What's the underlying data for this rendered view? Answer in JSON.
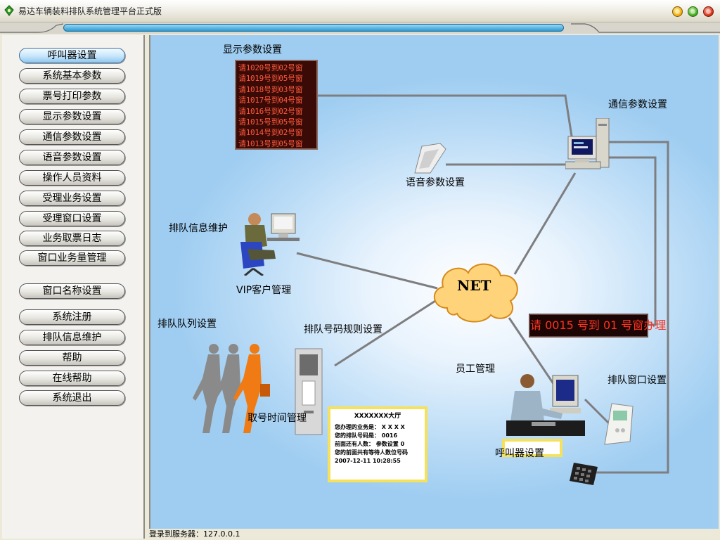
{
  "window": {
    "title": "易达车辆装料排队系统管理平台正式版"
  },
  "colors": {
    "accent_blue": "#2a9ad2",
    "led_red": "#ff3320",
    "ticket_border": "#f6e25a"
  },
  "sidebar": {
    "items": [
      {
        "label": "呼叫器设置",
        "active": true
      },
      {
        "label": "系统基本参数"
      },
      {
        "label": "票号打印参数"
      },
      {
        "label": "显示参数设置"
      },
      {
        "label": "通信参数设置"
      },
      {
        "label": "语音参数设置"
      },
      {
        "label": "操作人员资料"
      },
      {
        "label": "受理业务设置"
      },
      {
        "label": "受理窗口设置"
      },
      {
        "label": "业务取票日志"
      },
      {
        "label": "窗口业务量管理"
      },
      {
        "label": "窗口名称设置"
      },
      {
        "label": "系统注册"
      },
      {
        "label": "排队信息维护"
      },
      {
        "label": "帮助"
      },
      {
        "label": "在线帮助"
      },
      {
        "label": "系统退出"
      }
    ]
  },
  "diagram": {
    "labels": {
      "display_settings": "显示参数设置",
      "comm_settings": "通信参数设置",
      "voice_settings": "语音参数设置",
      "queue_info": "排队信息维护",
      "vip_mgmt": "VIP客户管理",
      "net": "NET",
      "queue_list": "排队队列设置",
      "number_rules": "排队号码规则设置",
      "staff_mgmt": "员工管理",
      "window_settings": "排队窗口设置",
      "ticket_time": "取号时间管理",
      "caller_settings": "呼叫器设置"
    },
    "led_rows": [
      "请1020号到02号窗",
      "请1019号到05号窗",
      "请1018号到03号窗",
      "请1017号到04号窗",
      "请1016号到02号窗",
      "请1015号到05号窗",
      "请1014号到02号窗",
      "请1013号到05号窗"
    ],
    "led_banner": "请 0015 号到 01 号窗办理",
    "ticket": {
      "title": "XXXXXXX大厅",
      "lines": [
        "您办理的业务是：  X X X X",
        "您的排队号码是：   0016",
        "前面还有人数：  参数设置 0",
        "您的前面共有等待人数位号码",
        "2007-12-11   10:28:55"
      ]
    }
  },
  "status_bar": {
    "text": "登录到服务器：127.0.0.1"
  }
}
